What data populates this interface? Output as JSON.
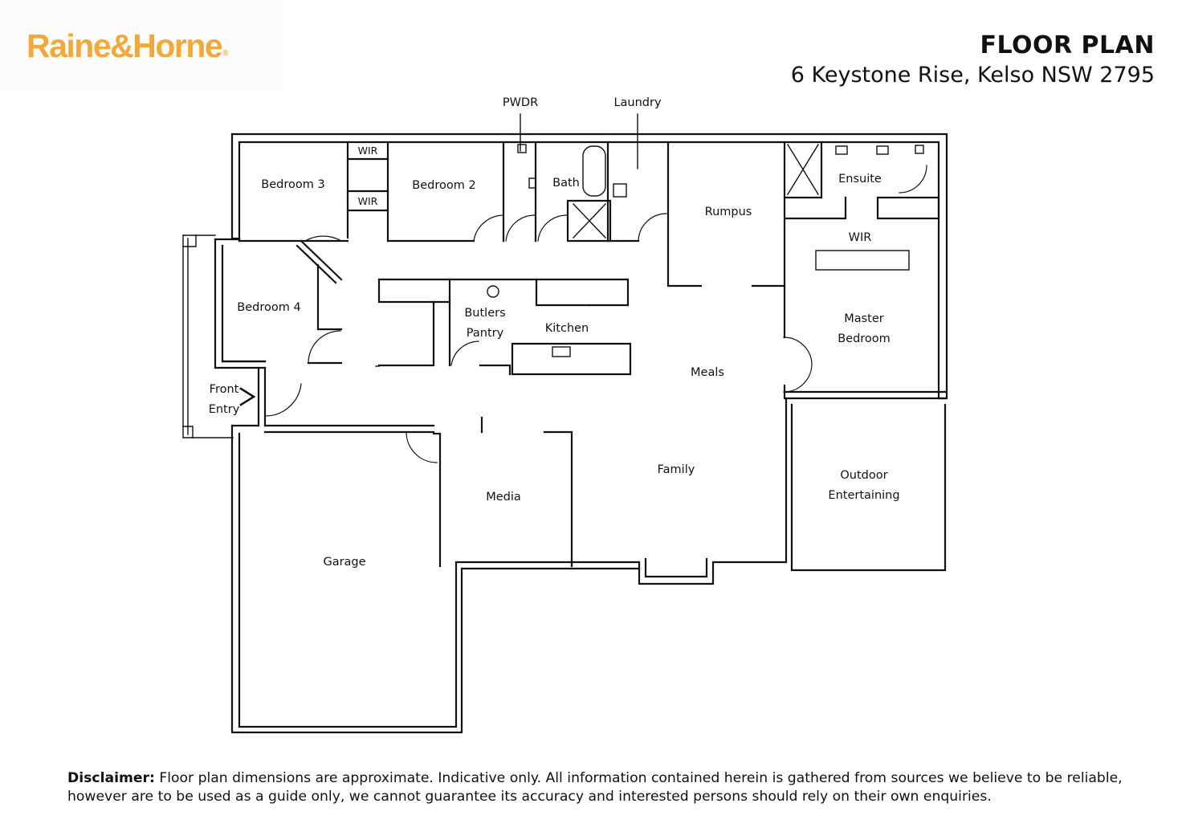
{
  "brand": {
    "name": "Raine&Horne",
    "mark": "®",
    "color": "#f2a93b"
  },
  "header": {
    "title": "FLOOR PLAN",
    "address": "6 Keystone Rise, Kelso NSW 2795"
  },
  "rooms": {
    "bedroom3": "Bedroom 3",
    "wir1": "WIR",
    "wir2": "WIR",
    "bedroom2": "Bedroom 2",
    "pwdr": "PWDR",
    "laundry": "Laundry",
    "bath": "Bath",
    "rumpus": "Rumpus",
    "ensuite": "Ensuite",
    "wir_master": "WIR",
    "bedroom4": "Bedroom 4",
    "butlers": "Butlers",
    "pantry": "Pantry",
    "kitchen": "Kitchen",
    "master1": "Master",
    "master2": "Bedroom",
    "meals": "Meals",
    "front1": "Front",
    "front2": "Entry",
    "family": "Family",
    "outdoor1": "Outdoor",
    "outdoor2": "Entertaining",
    "media": "Media",
    "garage": "Garage"
  },
  "disclaimer": {
    "label": "Disclaimer:",
    "text": "Floor plan dimensions are approximate. Indicative only. All information contained herein is gathered from sources we believe to be reliable, however are to be used as a guide only, we cannot guarantee its accuracy and interested persons should rely on their own enquiries."
  }
}
